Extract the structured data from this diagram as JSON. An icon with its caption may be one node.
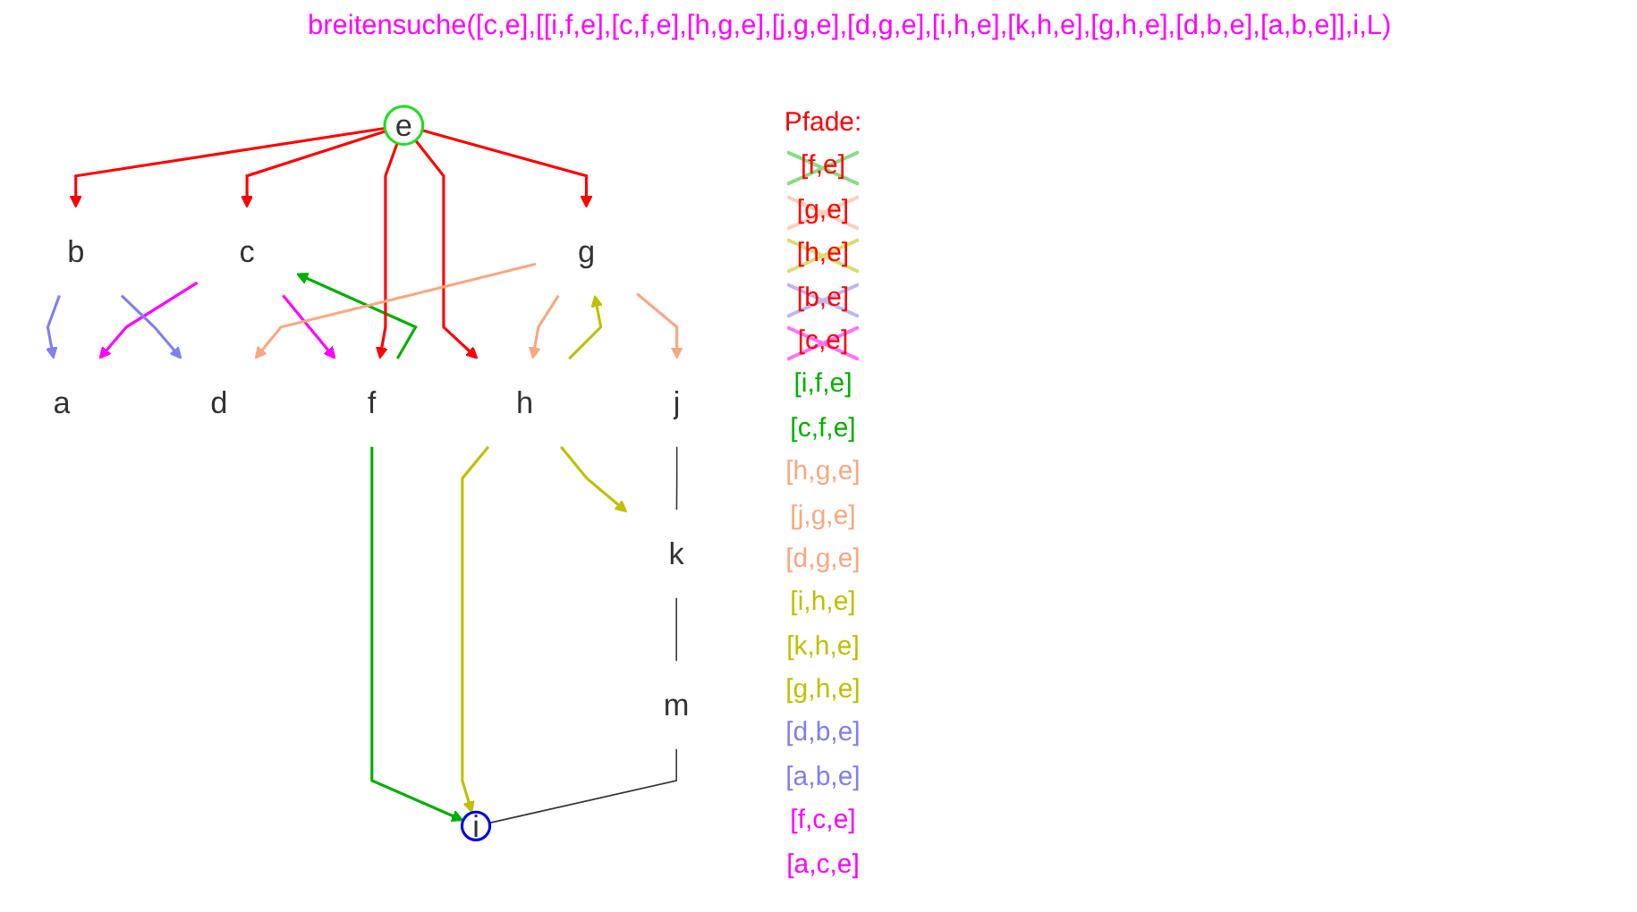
{
  "diagram": {
    "title": "breitensuche([c,e],[[i,f,e],[c,f,e],[h,g,e],[j,g,e],[d,g,e],[i,h,e],[k,h,e],[g,h,e],[d,b,e],[a,b,e]],i,L)",
    "nodes": [
      {
        "text": [
          "a"
        ]
      },
      {
        "text": [
          "b"
        ]
      },
      {
        "text": [
          "c"
        ]
      },
      {
        "text": [
          "d"
        ]
      },
      {
        "text": [
          "e"
        ]
      },
      {
        "text": [
          "f"
        ]
      },
      {
        "text": [
          "g"
        ]
      },
      {
        "text": [
          "h"
        ]
      },
      {
        "text": [
          "i"
        ]
      },
      {
        "text": [
          "j"
        ]
      },
      {
        "text": [
          "k"
        ]
      },
      {
        "text": [
          "m"
        ]
      }
    ],
    "edges": [
      {
        "from": 1,
        "to": 0,
        "arrow": "to",
        "color": "#8080f0"
      },
      {
        "from": 2,
        "to": 0,
        "arrow": "to",
        "color": "#ff00ff"
      },
      {
        "from": 1,
        "to": 3,
        "arrow": "to",
        "color": "#8080f0"
      },
      {
        "from": 4,
        "to": 1,
        "arrow": "to"
      },
      {
        "from": 4,
        "to": 2,
        "arrow": "to"
      },
      {
        "from": 2,
        "to": 5,
        "arrow": "to",
        "color": "#ff00ff"
      },
      {
        "from": 5,
        "to": 2,
        "arrow": "to",
        "color": "#00b000"
      },
      {
        "from": 4,
        "to": 5,
        "arrow": "to"
      },
      {
        "from": 4,
        "to": 6,
        "arrow": "to"
      },
      {
        "from": 4,
        "to": 7,
        "arrow": "to"
      },
      {
        "from": 5,
        "to": 8,
        "arrow": "to",
        "color": "#00b000"
      },
      {
        "from": 6,
        "to": 3,
        "arrow": "to",
        "color": "#f8a880"
      },
      {
        "from": 6,
        "to": 7,
        "arrow": "to",
        "color": "#f8a880"
      },
      {
        "from": 7,
        "to": 6,
        "arrow": "to",
        "color": "#c0c000"
      },
      {
        "from": 7,
        "to": 8,
        "arrow": "to",
        "color": "#c0c000"
      },
      {
        "from": 6,
        "to": 9,
        "arrow": "to",
        "color": "#f8a880"
      },
      {
        "from": 7,
        "to": 10,
        "arrow": "to",
        "color": "#c0c000"
      },
      {
        "from": 9,
        "to": 10,
        "arrow": "none",
        "color": "#333333"
      },
      {
        "from": 10,
        "to": 11,
        "arrow": "none",
        "color": "#333333"
      },
      {
        "from": 11,
        "to": 8,
        "arrow": "none",
        "color": "#333333"
      }
    ],
    "labels": [
      "Pfade:",
      "[f,e]",
      "[g,e]",
      "[h,e]",
      "[b,e]",
      "[c,e]",
      "[i,f,e]",
      "[c,f,e]",
      "[h,g,e]",
      "[j,g,e]",
      "[d,g,e]",
      "[i,h,e]",
      "[k,h,e]",
      "[g,h,e]",
      "[d,b,e]",
      "[a,b,e]",
      "[f,c,e]",
      "[a,c,e]"
    ]
  }
}
